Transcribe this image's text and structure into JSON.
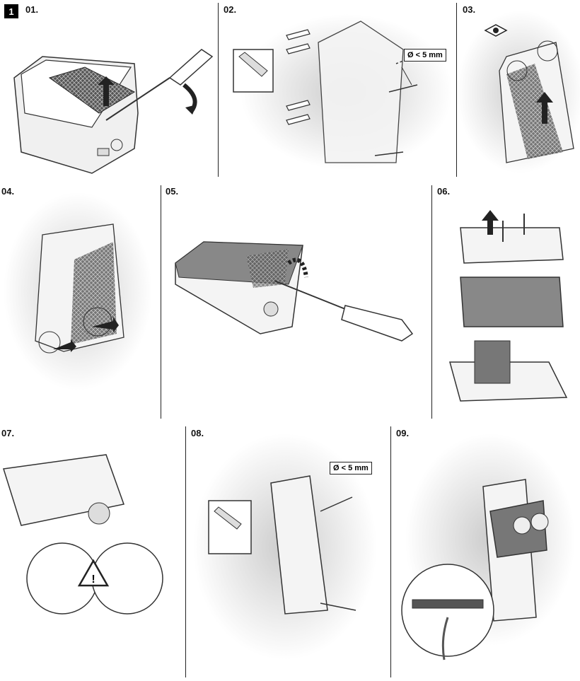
{
  "figure": {
    "badge": "1",
    "steps": [
      {
        "label": "01."
      },
      {
        "label": "02."
      },
      {
        "label": "03."
      },
      {
        "label": "04."
      },
      {
        "label": "05."
      },
      {
        "label": "06."
      },
      {
        "label": "07."
      },
      {
        "label": "08."
      },
      {
        "label": "09."
      }
    ],
    "callouts": {
      "step02_hole": "Ø < 5 mm",
      "step08_hole": "Ø < 5 mm"
    },
    "icons": {
      "eye": "eye-icon",
      "warning": "warning-icon",
      "drill": "drill-icon"
    }
  }
}
